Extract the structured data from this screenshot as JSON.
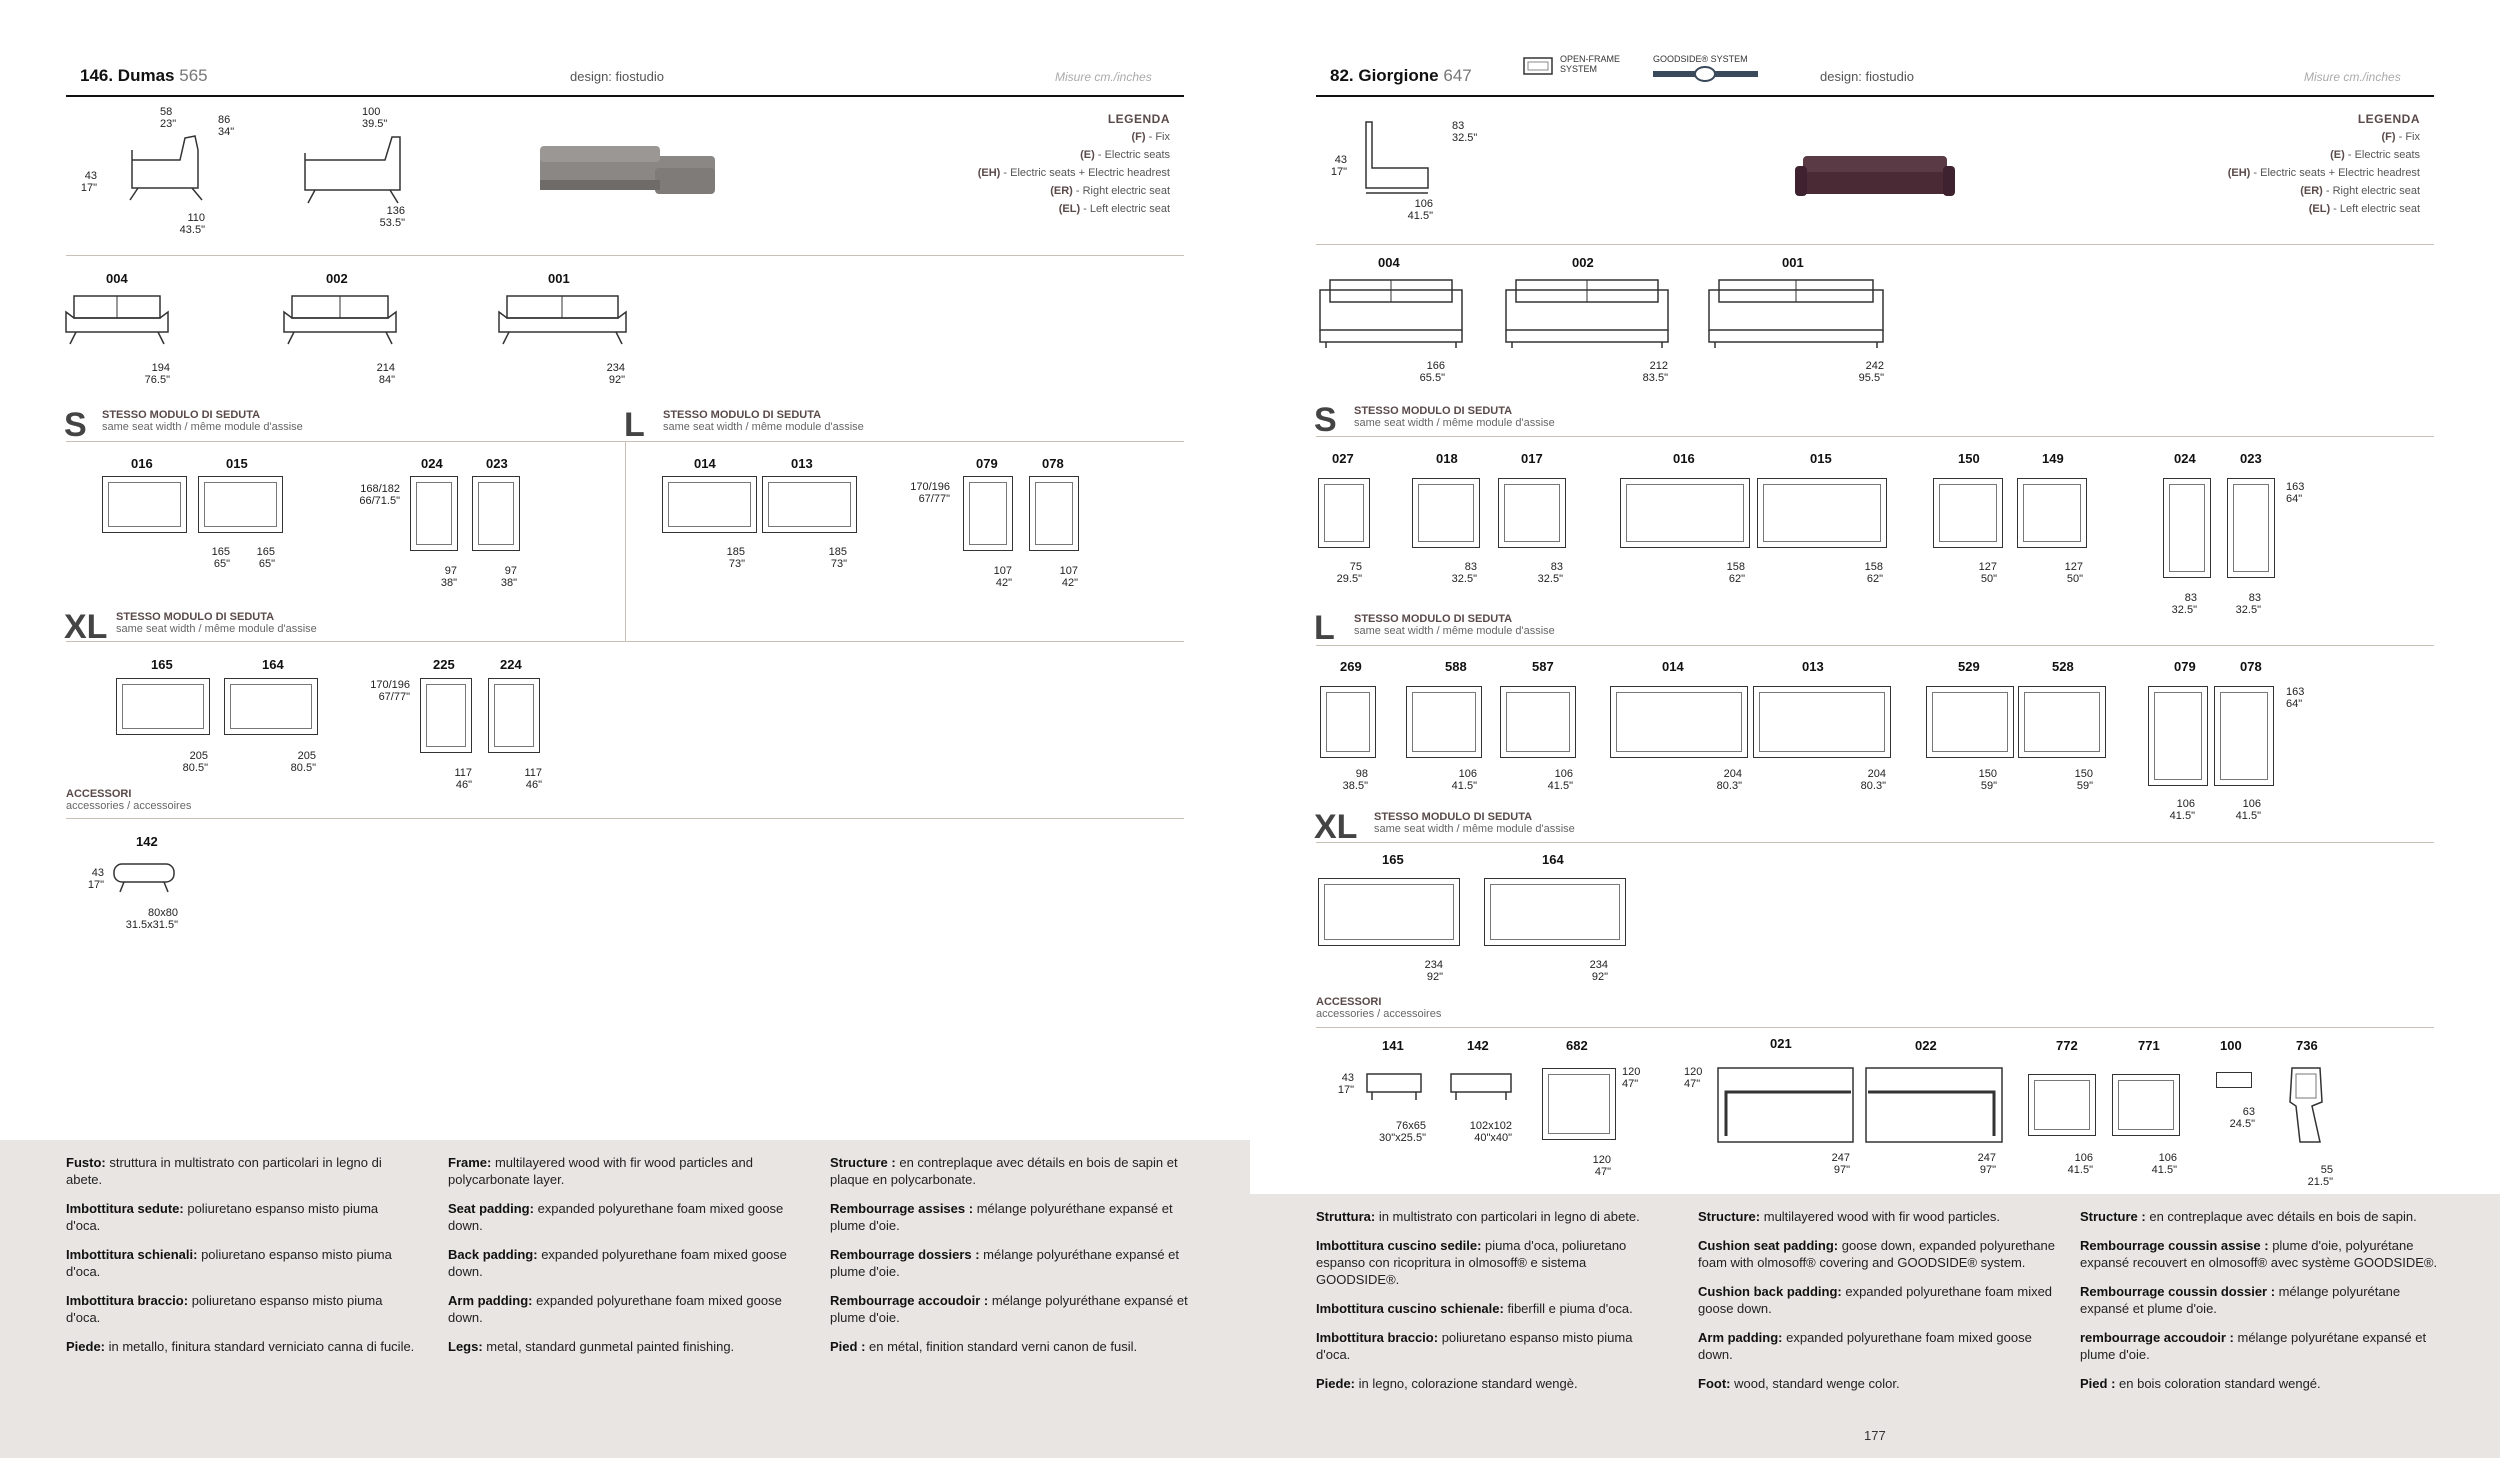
{
  "left": {
    "title": {
      "name": "146. Dumas",
      "number": "565"
    },
    "design": "design: fiostudio",
    "misure": "Misure cm./inches",
    "top_dims": {
      "a1": "58",
      "a2": "23\"",
      "h1": "86",
      "h2": "34\"",
      "s1": "43",
      "s2": "17\"",
      "d1": "110",
      "d2": "43.5\"",
      "b1": "100",
      "b2": "39.5\"",
      "c1": "136",
      "c2": "53.5\""
    },
    "legend": {
      "title": "LEGENDA",
      "items": [
        {
          "code": "(F)",
          "text": " - Fix"
        },
        {
          "code": "(E)",
          "text": " - Electric seats"
        },
        {
          "code": "(EH)",
          "text": " - Electric seats + Electric headrest"
        },
        {
          "code": "(ER)",
          "text": " - Right electric seat"
        },
        {
          "code": "(EL)",
          "text": " - Left electric seat"
        }
      ]
    },
    "sofas": [
      {
        "code": "004",
        "cm": "194",
        "in": "76.5\""
      },
      {
        "code": "002",
        "cm": "214",
        "in": "84\""
      },
      {
        "code": "001",
        "cm": "234",
        "in": "92\""
      }
    ],
    "s_section": {
      "letter": "S",
      "title": "STESSO MODULO DI SEDUTA",
      "sub": "same seat width / même module d'assise"
    },
    "l_section": {
      "letter": "L",
      "title": "STESSO MODULO DI SEDUTA",
      "sub": "same seat width / même module d'assise"
    },
    "xl_section": {
      "letter": "XL",
      "title": "STESSO MODULO DI SEDUTA",
      "sub": "same seat width / même module d'assise"
    },
    "s_modules": [
      {
        "code": "016",
        "cm": "165",
        "in": "65\""
      },
      {
        "code": "015",
        "cm": "165",
        "in": "65\""
      },
      {
        "code": "024",
        "cm": "97",
        "in": "38\""
      },
      {
        "code": "023",
        "cm": "97",
        "in": "38\""
      }
    ],
    "s_depth": {
      "cm": "168/182",
      "in": "66/71.5\""
    },
    "l_modules": [
      {
        "code": "014",
        "cm": "185",
        "in": "73\""
      },
      {
        "code": "013",
        "cm": "185",
        "in": "73\""
      },
      {
        "code": "079",
        "cm": "107",
        "in": "42\""
      },
      {
        "code": "078",
        "cm": "107",
        "in": "42\""
      }
    ],
    "l_depth": {
      "cm": "170/196",
      "in": "67/77\""
    },
    "xl_modules": [
      {
        "code": "165",
        "cm": "205",
        "in": "80.5\""
      },
      {
        "code": "164",
        "cm": "205",
        "in": "80.5\""
      },
      {
        "code": "225",
        "cm": "117",
        "in": "46\""
      },
      {
        "code": "224",
        "cm": "117",
        "in": "46\""
      }
    ],
    "xl_depth": {
      "cm": "170/196",
      "in": "67/77\""
    },
    "accessori": {
      "title": "ACCESSORI",
      "sub": "accessories / accessoires"
    },
    "pouf": {
      "code": "142",
      "h1": "43",
      "h2": "17\"",
      "cm": "80x80",
      "in": "31.5x31.5\""
    },
    "footer": {
      "it": [
        {
          "b": "Fusto:",
          "t": " struttura in multistrato con particolari in legno di abete."
        },
        {
          "b": "Imbottitura sedute:",
          "t": " poliuretano espanso misto piuma d'oca."
        },
        {
          "b": "Imbottitura schienali:",
          "t": " poliuretano espanso misto piuma d'oca."
        },
        {
          "b": "Imbottitura braccio:",
          "t": " poliuretano espanso misto piuma d'oca."
        },
        {
          "b": "Piede:",
          "t": " in metallo, finitura standard verniciato canna di fucile."
        }
      ],
      "en": [
        {
          "b": "Frame:",
          "t": " multilayered wood with fir wood particles and polycarbonate layer."
        },
        {
          "b": "Seat padding:",
          "t": " expanded polyurethane foam mixed goose down."
        },
        {
          "b": "Back padding:",
          "t": " expanded polyurethane foam mixed goose down."
        },
        {
          "b": "Arm padding:",
          "t": " expanded polyurethane foam mixed goose down."
        },
        {
          "b": "Legs:",
          "t": " metal, standard gunmetal painted finishing."
        }
      ],
      "fr": [
        {
          "b": "Structure :",
          "t": " en contreplaque avec détails en bois de sapin et plaque en polycarbonate."
        },
        {
          "b": "Rembourrage assises :",
          "t": " mélange polyuréthane expansé et plume d'oie."
        },
        {
          "b": "Rembourrage dossiers :",
          "t": " mélange polyuréthane expansé et plume d'oie."
        },
        {
          "b": "Rembourrage accoudoir :",
          "t": " mélange polyuréthane expansé et plume d'oie."
        },
        {
          "b": "Pied :",
          "t": " en métal, finition standard verni canon de fusil."
        }
      ]
    }
  },
  "right": {
    "title": {
      "name": "82. Giorgione",
      "number": "647"
    },
    "logo1": {
      "l1": "OPEN-FRAME",
      "l2": "SYSTEM"
    },
    "logo2": {
      "l1": "GOODSIDE® SYSTEM"
    },
    "design": "design: fiostudio",
    "misure": "Misure cm./inches",
    "top_dims": {
      "h1": "83",
      "h2": "32.5\"",
      "s1": "43",
      "s2": "17\"",
      "d1": "106",
      "d2": "41.5\""
    },
    "legend": {
      "title": "LEGENDA",
      "items": [
        {
          "code": "(F)",
          "text": " - Fix"
        },
        {
          "code": "(E)",
          "text": " - Electric seats"
        },
        {
          "code": "(EH)",
          "text": " - Electric seats + Electric headrest"
        },
        {
          "code": "(ER)",
          "text": " - Right electric seat"
        },
        {
          "code": "(EL)",
          "text": " - Left electric seat"
        }
      ]
    },
    "sofas": [
      {
        "code": "004",
        "cm": "166",
        "in": "65.5\""
      },
      {
        "code": "002",
        "cm": "212",
        "in": "83.5\""
      },
      {
        "code": "001",
        "cm": "242",
        "in": "95.5\""
      }
    ],
    "s_section": {
      "letter": "S",
      "title": "STESSO MODULO DI SEDUTA",
      "sub": "same seat width / même module d'assise"
    },
    "l_section": {
      "letter": "L",
      "title": "STESSO MODULO DI SEDUTA",
      "sub": "same seat width / même module d'assise"
    },
    "xl_section": {
      "letter": "XL",
      "title": "STESSO MODULO DI SEDUTA",
      "sub": "same seat width / même module d'assise"
    },
    "s_modules": [
      {
        "code": "027",
        "cm": "75",
        "in": "29.5\""
      },
      {
        "code": "018",
        "cm": "83",
        "in": "32.5\""
      },
      {
        "code": "017",
        "cm": "83",
        "in": "32.5\""
      },
      {
        "code": "016",
        "cm": "158",
        "in": "62\""
      },
      {
        "code": "015",
        "cm": "158",
        "in": "62\""
      },
      {
        "code": "150",
        "cm": "127",
        "in": "50\""
      },
      {
        "code": "149",
        "cm": "127",
        "in": "50\""
      },
      {
        "code": "024",
        "cm": "83",
        "in": "32.5\""
      },
      {
        "code": "023",
        "cm": "83",
        "in": "32.5\""
      }
    ],
    "s_depth": {
      "cm": "163",
      "in": "64\""
    },
    "l_modules": [
      {
        "code": "269",
        "cm": "98",
        "in": "38.5\""
      },
      {
        "code": "588",
        "cm": "106",
        "in": "41.5\""
      },
      {
        "code": "587",
        "cm": "106",
        "in": "41.5\""
      },
      {
        "code": "014",
        "cm": "204",
        "in": "80.3\""
      },
      {
        "code": "013",
        "cm": "204",
        "in": "80.3\""
      },
      {
        "code": "529",
        "cm": "150",
        "in": "59\""
      },
      {
        "code": "528",
        "cm": "150",
        "in": "59\""
      },
      {
        "code": "079",
        "cm": "106",
        "in": "41.5\""
      },
      {
        "code": "078",
        "cm": "106",
        "in": "41.5\""
      }
    ],
    "l_depth": {
      "cm": "163",
      "in": "64\""
    },
    "xl_modules": [
      {
        "code": "165",
        "cm": "234",
        "in": "92\""
      },
      {
        "code": "164",
        "cm": "234",
        "in": "92\""
      }
    ],
    "accessori": {
      "title": "ACCESSORI",
      "sub": "accessories / accessoires"
    },
    "acc_items": [
      {
        "code": "141",
        "cm": "76x65",
        "in": "30\"x25.5\""
      },
      {
        "code": "142",
        "cm": "102x102",
        "in": "40\"x40\""
      },
      {
        "code": "682",
        "cm": "120",
        "in": "47\""
      },
      {
        "code": "021",
        "cm": "247",
        "in": "97\""
      },
      {
        "code": "022",
        "cm": "247",
        "in": "97\""
      },
      {
        "code": "772",
        "cm": "106",
        "in": "41.5\""
      },
      {
        "code": "771",
        "cm": "106",
        "in": "41.5\""
      },
      {
        "code": "100",
        "cm": "63",
        "in": "24.5\""
      },
      {
        "code": "736",
        "cm": "55",
        "in": "21.5\""
      }
    ],
    "acc_h": {
      "cm": "43",
      "in": "17\""
    },
    "acc_682_depth": {
      "cm": "120",
      "in": "47\""
    },
    "acc_021_depth": {
      "cm": "120",
      "in": "47\""
    },
    "footer": {
      "it": [
        {
          "b": "Struttura:",
          "t": " in multistrato con particolari in legno di abete."
        },
        {
          "b": "Imbottitura cuscino sedile:",
          "t": " piuma d'oca, poliuretano espanso con ricopritura in olmosoff® e sistema GOODSIDE®."
        },
        {
          "b": "Imbottitura cuscino schienale:",
          "t": " fiberfill e piuma d'oca."
        },
        {
          "b": "Imbottitura braccio:",
          "t": " poliuretano espanso misto piuma d'oca."
        },
        {
          "b": "Piede:",
          "t": " in legno, colorazione standard wengè."
        }
      ],
      "en": [
        {
          "b": "Structure:",
          "t": " multilayered wood with fir wood particles."
        },
        {
          "b": "Cushion seat padding:",
          "t": " goose down, expanded polyurethane foam with olmosoff® covering and GOODSIDE® system."
        },
        {
          "b": "Cushion back padding:",
          "t": " expanded polyurethane foam mixed goose down."
        },
        {
          "b": "Arm padding:",
          "t": " expanded polyurethane foam mixed goose down."
        },
        {
          "b": "Foot:",
          "t": " wood, standard wenge color."
        }
      ],
      "fr": [
        {
          "b": "Structure :",
          "t": " en contreplaque avec détails en bois de sapin."
        },
        {
          "b": "Rembourrage coussin assise :",
          "t": " plume d'oie, polyurétane expansé recouvert en olmosoff® avec système GOODSIDE®."
        },
        {
          "b": "Rembourrage coussin dossier :",
          "t": " mélange polyurétane expansé et plume d'oie."
        },
        {
          "b": "rembourrage accoudoir :",
          "t": " mélange polyurétane expansé et plume d'oie."
        },
        {
          "b": "Pied :",
          "t": " en bois coloration standard wengé."
        }
      ]
    },
    "page_number": "177"
  },
  "colors": {
    "accent": "#5a4a4a",
    "rule": "#c9bfb5",
    "footer_bg": "#e8e5e3",
    "sofa_grey": "#8a8784",
    "sofa_plum": "#4a2a35"
  }
}
